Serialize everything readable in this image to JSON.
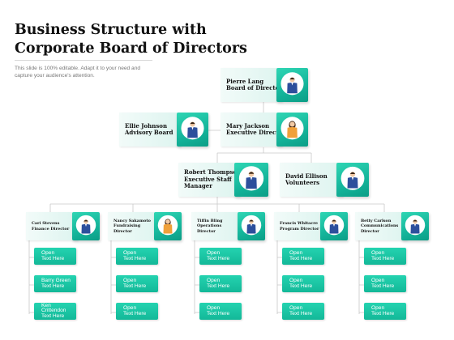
{
  "header": {
    "title_line1": "Business Structure with",
    "title_line2": "Corporate Board of Directors",
    "subtitle_line1": "This slide is 100% editable. Adapt it to your need and",
    "subtitle_line2": "capture your audience's attention."
  },
  "colors": {
    "accent": "#17c3a3",
    "card": "#e6f7f3",
    "line": "#c8c8c8"
  },
  "people": [
    {
      "name": "Pierre Lang",
      "role": "Board of Directors",
      "avatar": "man-icon"
    },
    {
      "name": "Ellie Johnson",
      "role": "Advisory Board",
      "avatar": "man-icon"
    },
    {
      "name": "Mary Jackson",
      "role": "Executive Director",
      "avatar": "woman-icon"
    },
    {
      "name": "Robert Thompson",
      "role": "Executive Staff Manager",
      "role_line1": "Executive Staff",
      "role_line2": "Manager",
      "avatar": "man-icon"
    },
    {
      "name": "David Ellison",
      "role": "Volunteers",
      "avatar": "man-icon"
    },
    {
      "name": "Cari Stevens",
      "role": "Finance Director",
      "avatar": "man-icon"
    },
    {
      "name": "Nancy Sakamoto",
      "role_line1": "Fundraising",
      "role_line2": "Director",
      "avatar": "woman-icon"
    },
    {
      "name": "Tiffin Bling",
      "role_line1": "Operations",
      "role_line2": "Director",
      "avatar": "man-icon"
    },
    {
      "name": "Francis Whitacre",
      "role": "Program Director",
      "avatar": "man-icon"
    },
    {
      "name": "Betty Carlson",
      "role_line1": "Communications",
      "role_line2": "Director",
      "avatar": "man-icon"
    }
  ],
  "columns": [
    [
      [
        "Open",
        "Text Here"
      ],
      [
        "Barry Green",
        "Text Here"
      ],
      [
        "Ken",
        "Crittendon",
        "Text Here"
      ]
    ],
    [
      [
        "Open",
        "Text Here"
      ],
      [
        "Open",
        "Text Here"
      ],
      [
        "Open",
        "Text Here"
      ]
    ],
    [
      [
        "Open",
        "Text Here"
      ],
      [
        "Open",
        "Text Here"
      ],
      [
        "Open",
        "Text Here"
      ]
    ],
    [
      [
        "Open",
        "Text Here"
      ],
      [
        "Open",
        "Text Here"
      ],
      [
        "Open",
        "Text Here"
      ]
    ],
    [
      [
        "Open",
        "Text Here"
      ],
      [
        "Open",
        "Text Here"
      ],
      [
        "Open",
        "Text Here"
      ]
    ]
  ]
}
